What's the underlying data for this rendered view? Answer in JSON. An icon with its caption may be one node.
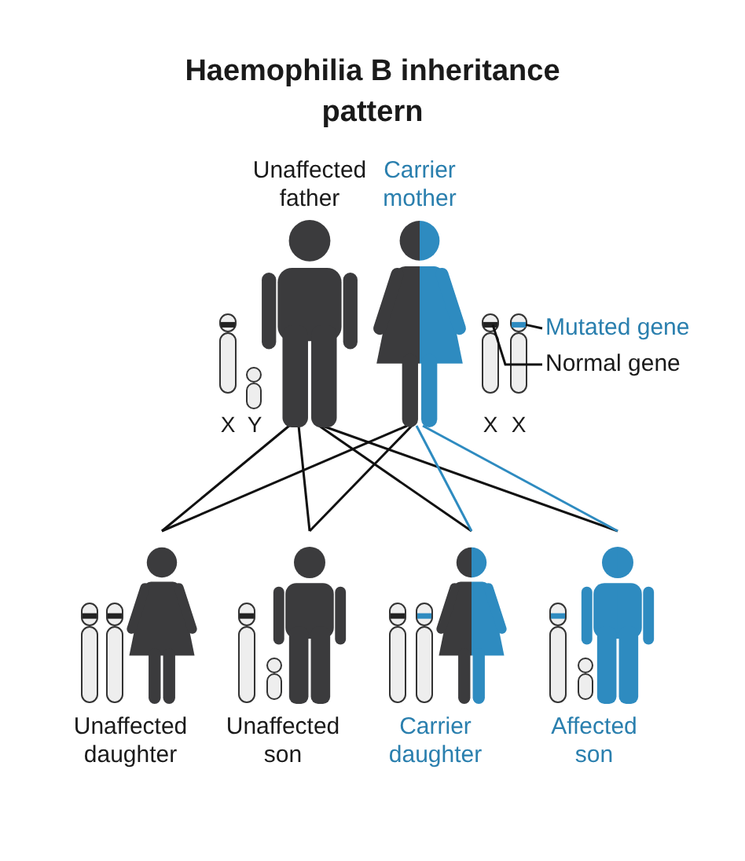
{
  "diagram": {
    "title": "Haemophilia B inheritance pattern",
    "nodes": [
      {
        "text": [
          "Unaffected father"
        ]
      },
      {
        "text": [
          "Carrier mother"
        ]
      },
      {
        "text": [
          "Unaffected daughter"
        ]
      },
      {
        "text": [
          "Unaffected son"
        ]
      },
      {
        "text": [
          "Carrier daughter"
        ]
      },
      {
        "text": [
          "Affected son"
        ]
      },
      {
        "text": [
          "Mutated gene"
        ]
      },
      {
        "text": [
          "Normal gene"
        ]
      },
      {
        "text": [],
        "shape": "bar"
      },
      {
        "text": [],
        "shape": "bar"
      }
    ],
    "edges": [
      {
        "from": 0,
        "to": 2,
        "arrow": "none"
      },
      {
        "from": 0,
        "to": 3,
        "arrow": "none"
      },
      {
        "from": 0,
        "to": 4,
        "arrow": "none"
      },
      {
        "from": 0,
        "to": 5,
        "arrow": "none"
      },
      {
        "from": 1,
        "to": 2,
        "arrow": "none"
      },
      {
        "from": 1,
        "to": 3,
        "arrow": "none"
      },
      {
        "from": 1,
        "to": 4,
        "arrow": "none",
        "color": "#2e8bc0"
      },
      {
        "from": 1,
        "to": 5,
        "arrow": "none",
        "color": "#2e8bc0"
      },
      {
        "from": 6,
        "to": 9,
        "arrow": "none"
      },
      {
        "from": 7,
        "to": 8,
        "arrow": "none"
      }
    ],
    "labels": [
      "X",
      "Y",
      "X",
      "X"
    ]
  }
}
